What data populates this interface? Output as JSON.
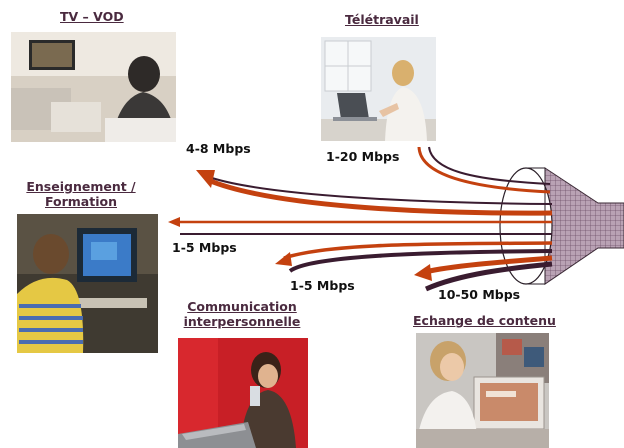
{
  "categories": {
    "tv_vod": "TV – VOD",
    "teletravail": "Télétravail",
    "enseignement_line1": "Enseignement /",
    "enseignement_line2": "Formation",
    "communication_line1": "Communication",
    "communication_line2": "interpersonnelle",
    "echange": "Echange de contenu"
  },
  "bitrates": {
    "tv_vod": "4-8 Mbps",
    "teletravail": "1-20 Mbps",
    "enseignement": "1-5 Mbps",
    "communication": "1-5 Mbps",
    "echange": "10-50 Mbps"
  },
  "colors": {
    "title": "#4a2a3f",
    "arrow_orange": "#c4410f",
    "arrow_dark": "#3a1c30",
    "funnel_fill": "#b9a2b4",
    "funnel_grid": "#6e5068"
  },
  "icons": {
    "tv_vod": "person-watching-tv-photo",
    "teletravail": "woman-at-laptop-photo",
    "enseignement": "child-at-computer-photo",
    "communication": "woman-with-phone-photo",
    "echange": "woman-at-computer-photo",
    "network": "funnel-pipe-icon"
  }
}
